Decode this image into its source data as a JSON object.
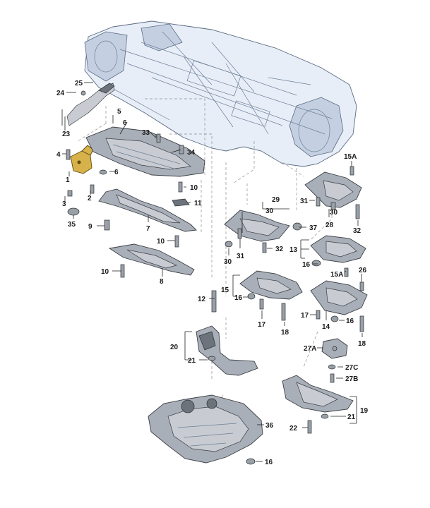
{
  "labels": {
    "l1": "1",
    "l2": "2",
    "l3": "3",
    "l4": "4",
    "l5": "5",
    "l6a": "6",
    "l6b": "6",
    "l7": "7",
    "l8": "8",
    "l9": "9",
    "l10a": "10",
    "l10b": "10",
    "l10c": "10",
    "l11": "11",
    "l12": "12",
    "l13": "13",
    "l14": "14",
    "l15": "15",
    "l15a": "15A",
    "l15a2": "15A",
    "l16a": "16",
    "l16b": "16",
    "l16c": "16",
    "l16d": "16",
    "l17a": "17",
    "l17b": "17",
    "l18a": "18",
    "l18b": "18",
    "l19": "19",
    "l20": "20",
    "l21a": "21",
    "l21b": "21",
    "l22": "22",
    "l23": "23",
    "l24": "24",
    "l25": "25",
    "l26": "26",
    "l27a": "27A",
    "l27b": "27B",
    "l27c": "27C",
    "l28": "28",
    "l29": "29",
    "l30a": "30",
    "l30b": "30",
    "l30c": "30",
    "l31a": "31",
    "l31b": "31",
    "l32a": "32",
    "l32b": "32",
    "l33": "33",
    "l34": "34",
    "l35": "35",
    "l36": "36",
    "l37": "37"
  },
  "colors": {
    "car_body": "#e7eef8",
    "panel": "#a9afb8",
    "highlight_part": "#d7b24a"
  }
}
